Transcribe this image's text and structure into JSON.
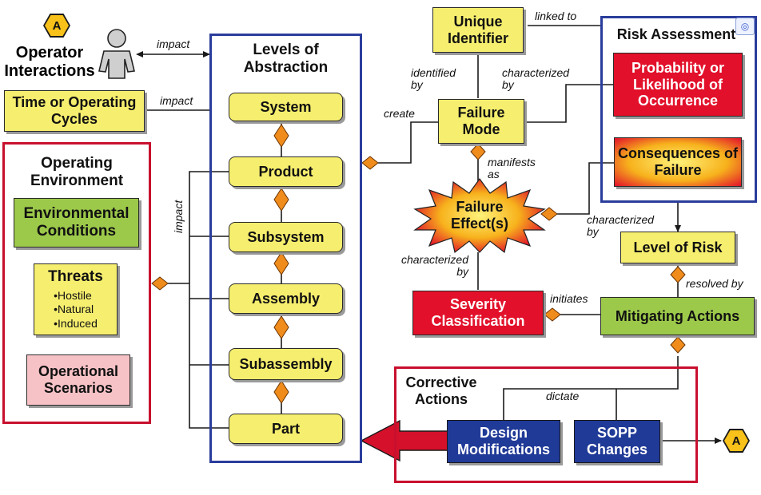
{
  "levels_frame": {
    "title": "Levels of Abstraction"
  },
  "levels": [
    "System",
    "Product",
    "Subsystem",
    "Assembly",
    "Subassembly",
    "Part"
  ],
  "operator": {
    "badge": "A",
    "label": "Operator Interactions"
  },
  "time_box": "Time or Operating Cycles",
  "env_frame": {
    "title": "Operating Environment"
  },
  "env_conditions": "Environmental Conditions",
  "threats": {
    "title": "Threats",
    "items": [
      "Hostile",
      "Natural",
      "Induced"
    ]
  },
  "operational_scenarios": "Operational Scenarios",
  "unique_identifier": "Unique Identifier",
  "failure_mode": "Failure Mode",
  "failure_effects": "Failure Effect(s)",
  "severity_classification": "Severity Classification",
  "risk_frame": {
    "title": "Risk Assessment"
  },
  "probability": "Probability or Likelihood of Occurrence",
  "consequences": "Consequences of Failure",
  "level_of_risk": "Level of Risk",
  "mitigating_actions": "Mitigating Actions",
  "corrective_frame": {
    "title": "Corrective Actions"
  },
  "design_modifications": "Design Modifications",
  "sopp_changes": "SOPP Changes",
  "end_badge": "A",
  "labels": {
    "impact_operator": "impact",
    "impact_time": "impact",
    "impact_env": "impact",
    "linked_to": "linked to",
    "identified_by": "identified by",
    "characterized_by_prob": "characterized by",
    "create": "create",
    "manifests_as": "manifests as",
    "characterized_by_conseq": "characterized by",
    "characterized_by_sev": "characterized by",
    "initiates": "initiates",
    "resolved_by": "resolved by",
    "dictate": "dictate"
  },
  "colors": {
    "yellow": "#f6ee6e",
    "green": "#9cc94a",
    "red": "#e2102a",
    "blue": "#203a97",
    "pink": "#f7c2c6",
    "diamond": "#f08c1c",
    "frame_blue": "#2a3d9c",
    "frame_red": "#c8102e"
  }
}
